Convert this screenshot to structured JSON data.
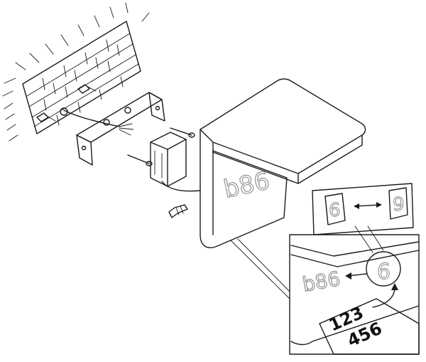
{
  "house_number_panel": "b86",
  "detail_house_number": "b86",
  "swap_card_left": "6",
  "swap_card_right": "9",
  "detail_digit": "6",
  "sticker_sheet": {
    "line1": "123",
    "line2": "456"
  },
  "colors": {
    "line": "#1a1a1a",
    "hollow_text_stroke": "#8a8a8a",
    "background": "#ffffff"
  }
}
